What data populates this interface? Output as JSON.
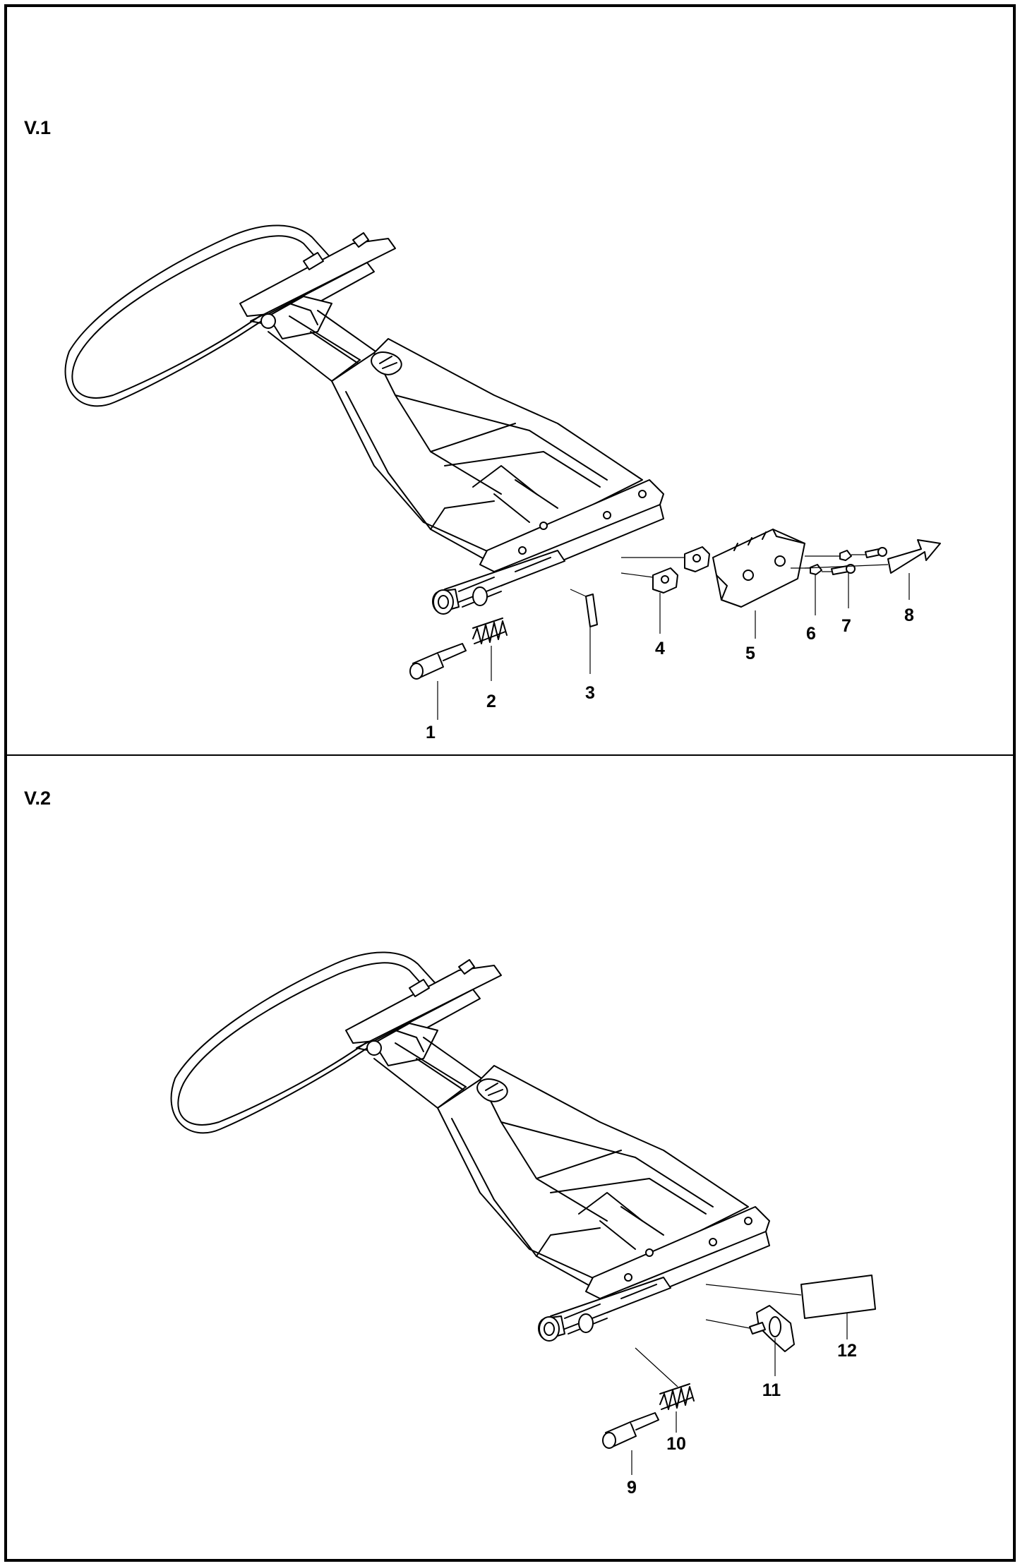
{
  "sections": [
    {
      "id": "v1",
      "title": "V.1"
    },
    {
      "id": "v2",
      "title": "V.2"
    }
  ],
  "callouts": {
    "c1": "1",
    "c2": "2",
    "c3": "3",
    "c4": "4",
    "c5": "5",
    "c6": "6",
    "c7": "7",
    "c8": "8",
    "c9": "9",
    "c10": "10",
    "c11": "11",
    "c12": "12"
  }
}
